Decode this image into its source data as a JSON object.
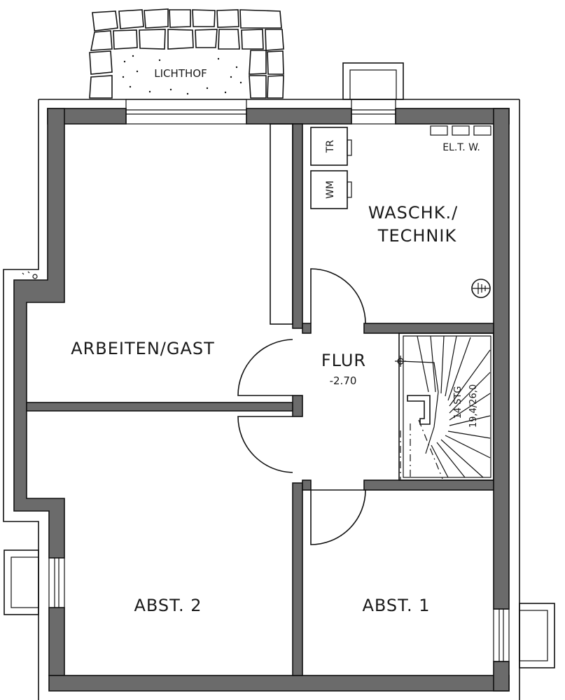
{
  "rooms": {
    "lichthof": "LICHTHOF",
    "waschk_line1": "WASCHK./",
    "waschk_line2": "TECHNIK",
    "arbeiten": "ARBEITEN/GAST",
    "flur": "FLUR",
    "flur_level": "-2.70",
    "abst2": "ABST. 2",
    "abst1": "ABST. 1"
  },
  "appliances": {
    "dryer": "TR",
    "washer": "WM",
    "meters": "EL.T. W."
  },
  "stairs": {
    "steps": "14 STG",
    "ratio": "19,4/26,0"
  },
  "colors": {
    "wall_fill": "#6b6b6b",
    "line": "#111111",
    "background": "#ffffff"
  }
}
